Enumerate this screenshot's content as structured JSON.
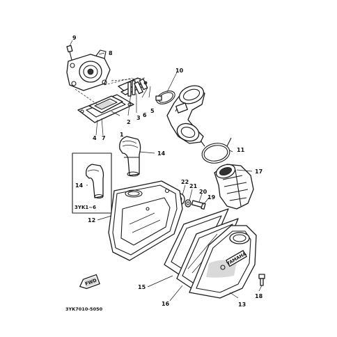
{
  "diagram": {
    "callouts": {
      "p1": "1",
      "p2": "2",
      "p3": "3",
      "p4": "4",
      "p5": "5",
      "p6": "6",
      "p7": "7",
      "p8": "8",
      "p9": "9",
      "p10": "10",
      "p11": "11",
      "p12": "12",
      "p13": "13",
      "p14": "14",
      "p14b": "14",
      "p15": "15",
      "p16": "16",
      "p17": "17",
      "p18": "18",
      "p19": "19",
      "p20": "20",
      "p21": "21",
      "p22": "22"
    },
    "inset_label": "3YK1~6",
    "footer_code": "3YK7010-5050",
    "brand_mark": "YAMAHA",
    "front_mark": "FWD"
  }
}
